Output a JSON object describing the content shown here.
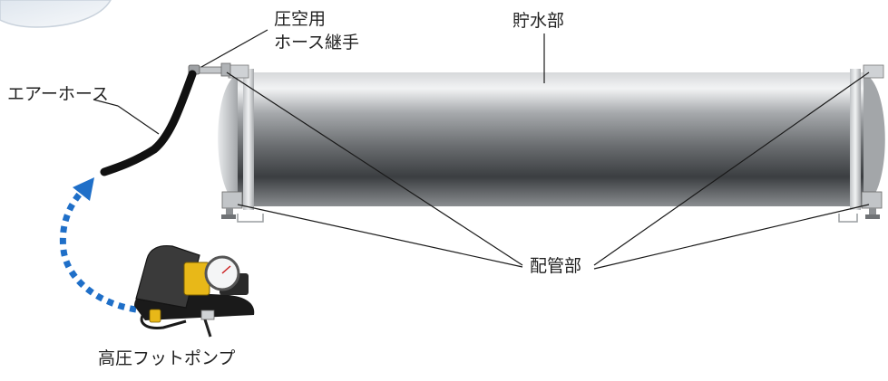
{
  "labels": {
    "coupling_line1": "圧空用",
    "coupling_line2": "ホース継手",
    "storage": "貯水部",
    "air_hose": "エアーホース",
    "piping": "配管部",
    "foot_pump": "高圧フットポンプ"
  },
  "colors": {
    "tank_light": "#e4e6e8",
    "tank_mid": "#9a9da0",
    "tank_dark": "#45484b",
    "hose": "#111111",
    "arrow": "#1f6fc8",
    "leader": "#1a1a1a",
    "pump_yellow": "#e8b818"
  }
}
